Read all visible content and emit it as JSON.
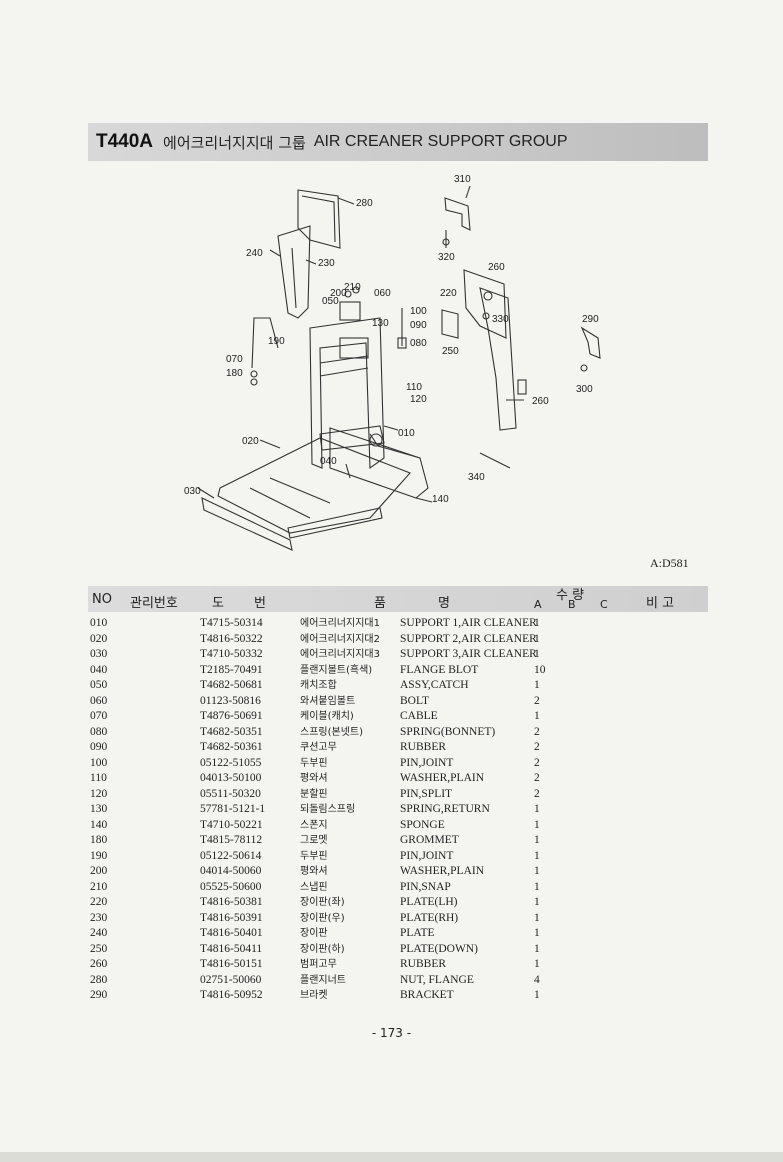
{
  "header": {
    "code": "T440A",
    "title_kr": "에어크리너지지대 그룹",
    "title_en": "AIR CREANER SUPPORT GROUP"
  },
  "diagram": {
    "callouts": [
      "280",
      "310",
      "240",
      "230",
      "320",
      "260",
      "210",
      "060",
      "200",
      "050",
      "220",
      "330",
      "130",
      "100",
      "090",
      "290",
      "080",
      "190",
      "250",
      "070",
      "180",
      "110",
      "120",
      "300",
      "260",
      "010",
      "020",
      "040",
      "340",
      "030",
      "140"
    ],
    "drawing_no": "A:D581"
  },
  "table": {
    "headers": {
      "no": "NO",
      "control": "관리번호",
      "part1": "도",
      "part2": "번",
      "name1": "품",
      "name2": "명",
      "qty": "수 량",
      "a": "A",
      "b": "B",
      "c": "C",
      "remark": "비 고"
    },
    "rows": [
      {
        "no": "010",
        "part": "T4715-50314",
        "kr": "에어크리너지지대1",
        "en": "SUPPORT 1,AIR CLEANER",
        "qty": "1"
      },
      {
        "no": "020",
        "part": "T4816-50322",
        "kr": "에어크리너지지대2",
        "en": "SUPPORT 2,AIR CLEANER",
        "qty": "1"
      },
      {
        "no": "030",
        "part": "T4710-50332",
        "kr": "에어크리너지지대3",
        "en": "SUPPORT 3,AIR CLEANER",
        "qty": "1"
      },
      {
        "no": "040",
        "part": "T2185-70491",
        "kr": "플랜지볼트(흑색)",
        "en": "FLANGE BLOT",
        "qty": "10"
      },
      {
        "no": "050",
        "part": "T4682-50681",
        "kr": "캐치조합",
        "en": "ASSY,CATCH",
        "qty": "1"
      },
      {
        "no": "060",
        "part": "01123-50816",
        "kr": "와셔붙임볼트",
        "en": "BOLT",
        "qty": "2"
      },
      {
        "no": "070",
        "part": "T4876-50691",
        "kr": "케이블(캐치)",
        "en": "CABLE",
        "qty": "1"
      },
      {
        "no": "080",
        "part": "T4682-50351",
        "kr": "스프링(본넷트)",
        "en": "SPRING(BONNET)",
        "qty": "2"
      },
      {
        "no": "090",
        "part": "T4682-50361",
        "kr": "쿠션고무",
        "en": "RUBBER",
        "qty": "2"
      },
      {
        "no": "100",
        "part": "05122-51055",
        "kr": "두부핀",
        "en": "PIN,JOINT",
        "qty": "2"
      },
      {
        "no": "110",
        "part": "04013-50100",
        "kr": "평와셔",
        "en": "WASHER,PLAIN",
        "qty": "2"
      },
      {
        "no": "120",
        "part": "05511-50320",
        "kr": "분할핀",
        "en": "PIN,SPLIT",
        "qty": "2"
      },
      {
        "no": "130",
        "part": "57781-5121-1",
        "kr": "되돌림스프링",
        "en": "SPRING,RETURN",
        "qty": "1"
      },
      {
        "no": "140",
        "part": "T4710-50221",
        "kr": "스폰지",
        "en": "SPONGE",
        "qty": "1"
      },
      {
        "no": "180",
        "part": "T4815-78112",
        "kr": "그로멧",
        "en": "GROMMET",
        "qty": "1"
      },
      {
        "no": "190",
        "part": "05122-50614",
        "kr": "두부핀",
        "en": "PIN,JOINT",
        "qty": "1"
      },
      {
        "no": "200",
        "part": "04014-50060",
        "kr": "평와셔",
        "en": "WASHER,PLAIN",
        "qty": "1"
      },
      {
        "no": "210",
        "part": "05525-50600",
        "kr": "스냅핀",
        "en": "PIN,SNAP",
        "qty": "1"
      },
      {
        "no": "220",
        "part": "T4816-50381",
        "kr": "장이판(좌)",
        "en": "PLATE(LH)",
        "qty": "1"
      },
      {
        "no": "230",
        "part": "T4816-50391",
        "kr": "장이판(우)",
        "en": "PLATE(RH)",
        "qty": "1"
      },
      {
        "no": "240",
        "part": "T4816-50401",
        "kr": "장이판",
        "en": "PLATE",
        "qty": "1"
      },
      {
        "no": "250",
        "part": "T4816-50411",
        "kr": "장이판(하)",
        "en": "PLATE(DOWN)",
        "qty": "1"
      },
      {
        "no": "260",
        "part": "T4816-50151",
        "kr": "범퍼고무",
        "en": "RUBBER",
        "qty": "1"
      },
      {
        "no": "280",
        "part": "02751-50060",
        "kr": "플랜지너트",
        "en": "NUT, FLANGE",
        "qty": "4"
      },
      {
        "no": "290",
        "part": "T4816-50952",
        "kr": "브라켓",
        "en": "BRACKET",
        "qty": "1"
      }
    ]
  },
  "page_number": "- 173 -"
}
